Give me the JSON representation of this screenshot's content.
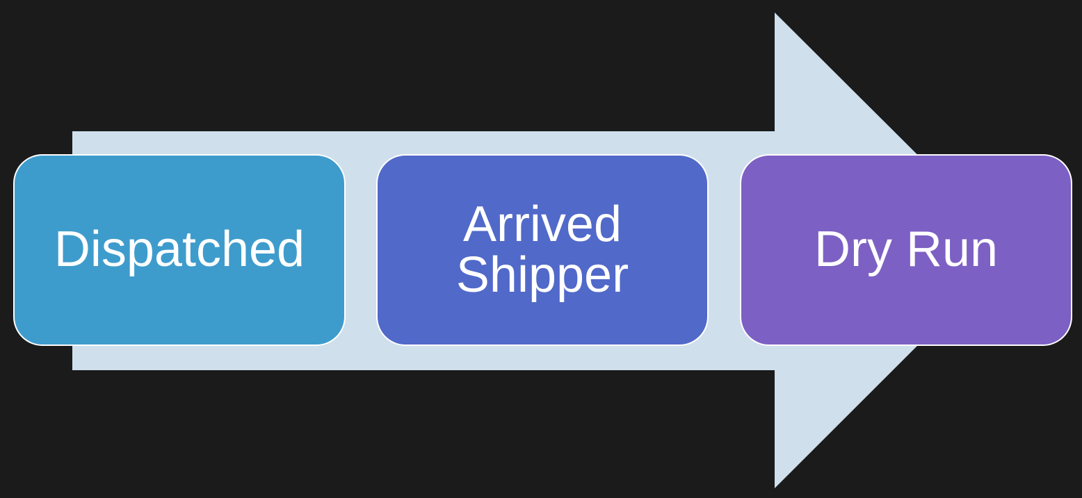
{
  "diagram": {
    "type": "process-arrow",
    "arrow": {
      "fill": "#cfdfec",
      "direction": "right"
    },
    "background": "#1b1b1b",
    "steps": [
      {
        "label": "Dispatched",
        "color": "#3e9ccc"
      },
      {
        "label": "Arrived\nShipper",
        "color": "#5169c9"
      },
      {
        "label": "Dry Run",
        "color": "#7d60c4"
      }
    ]
  }
}
